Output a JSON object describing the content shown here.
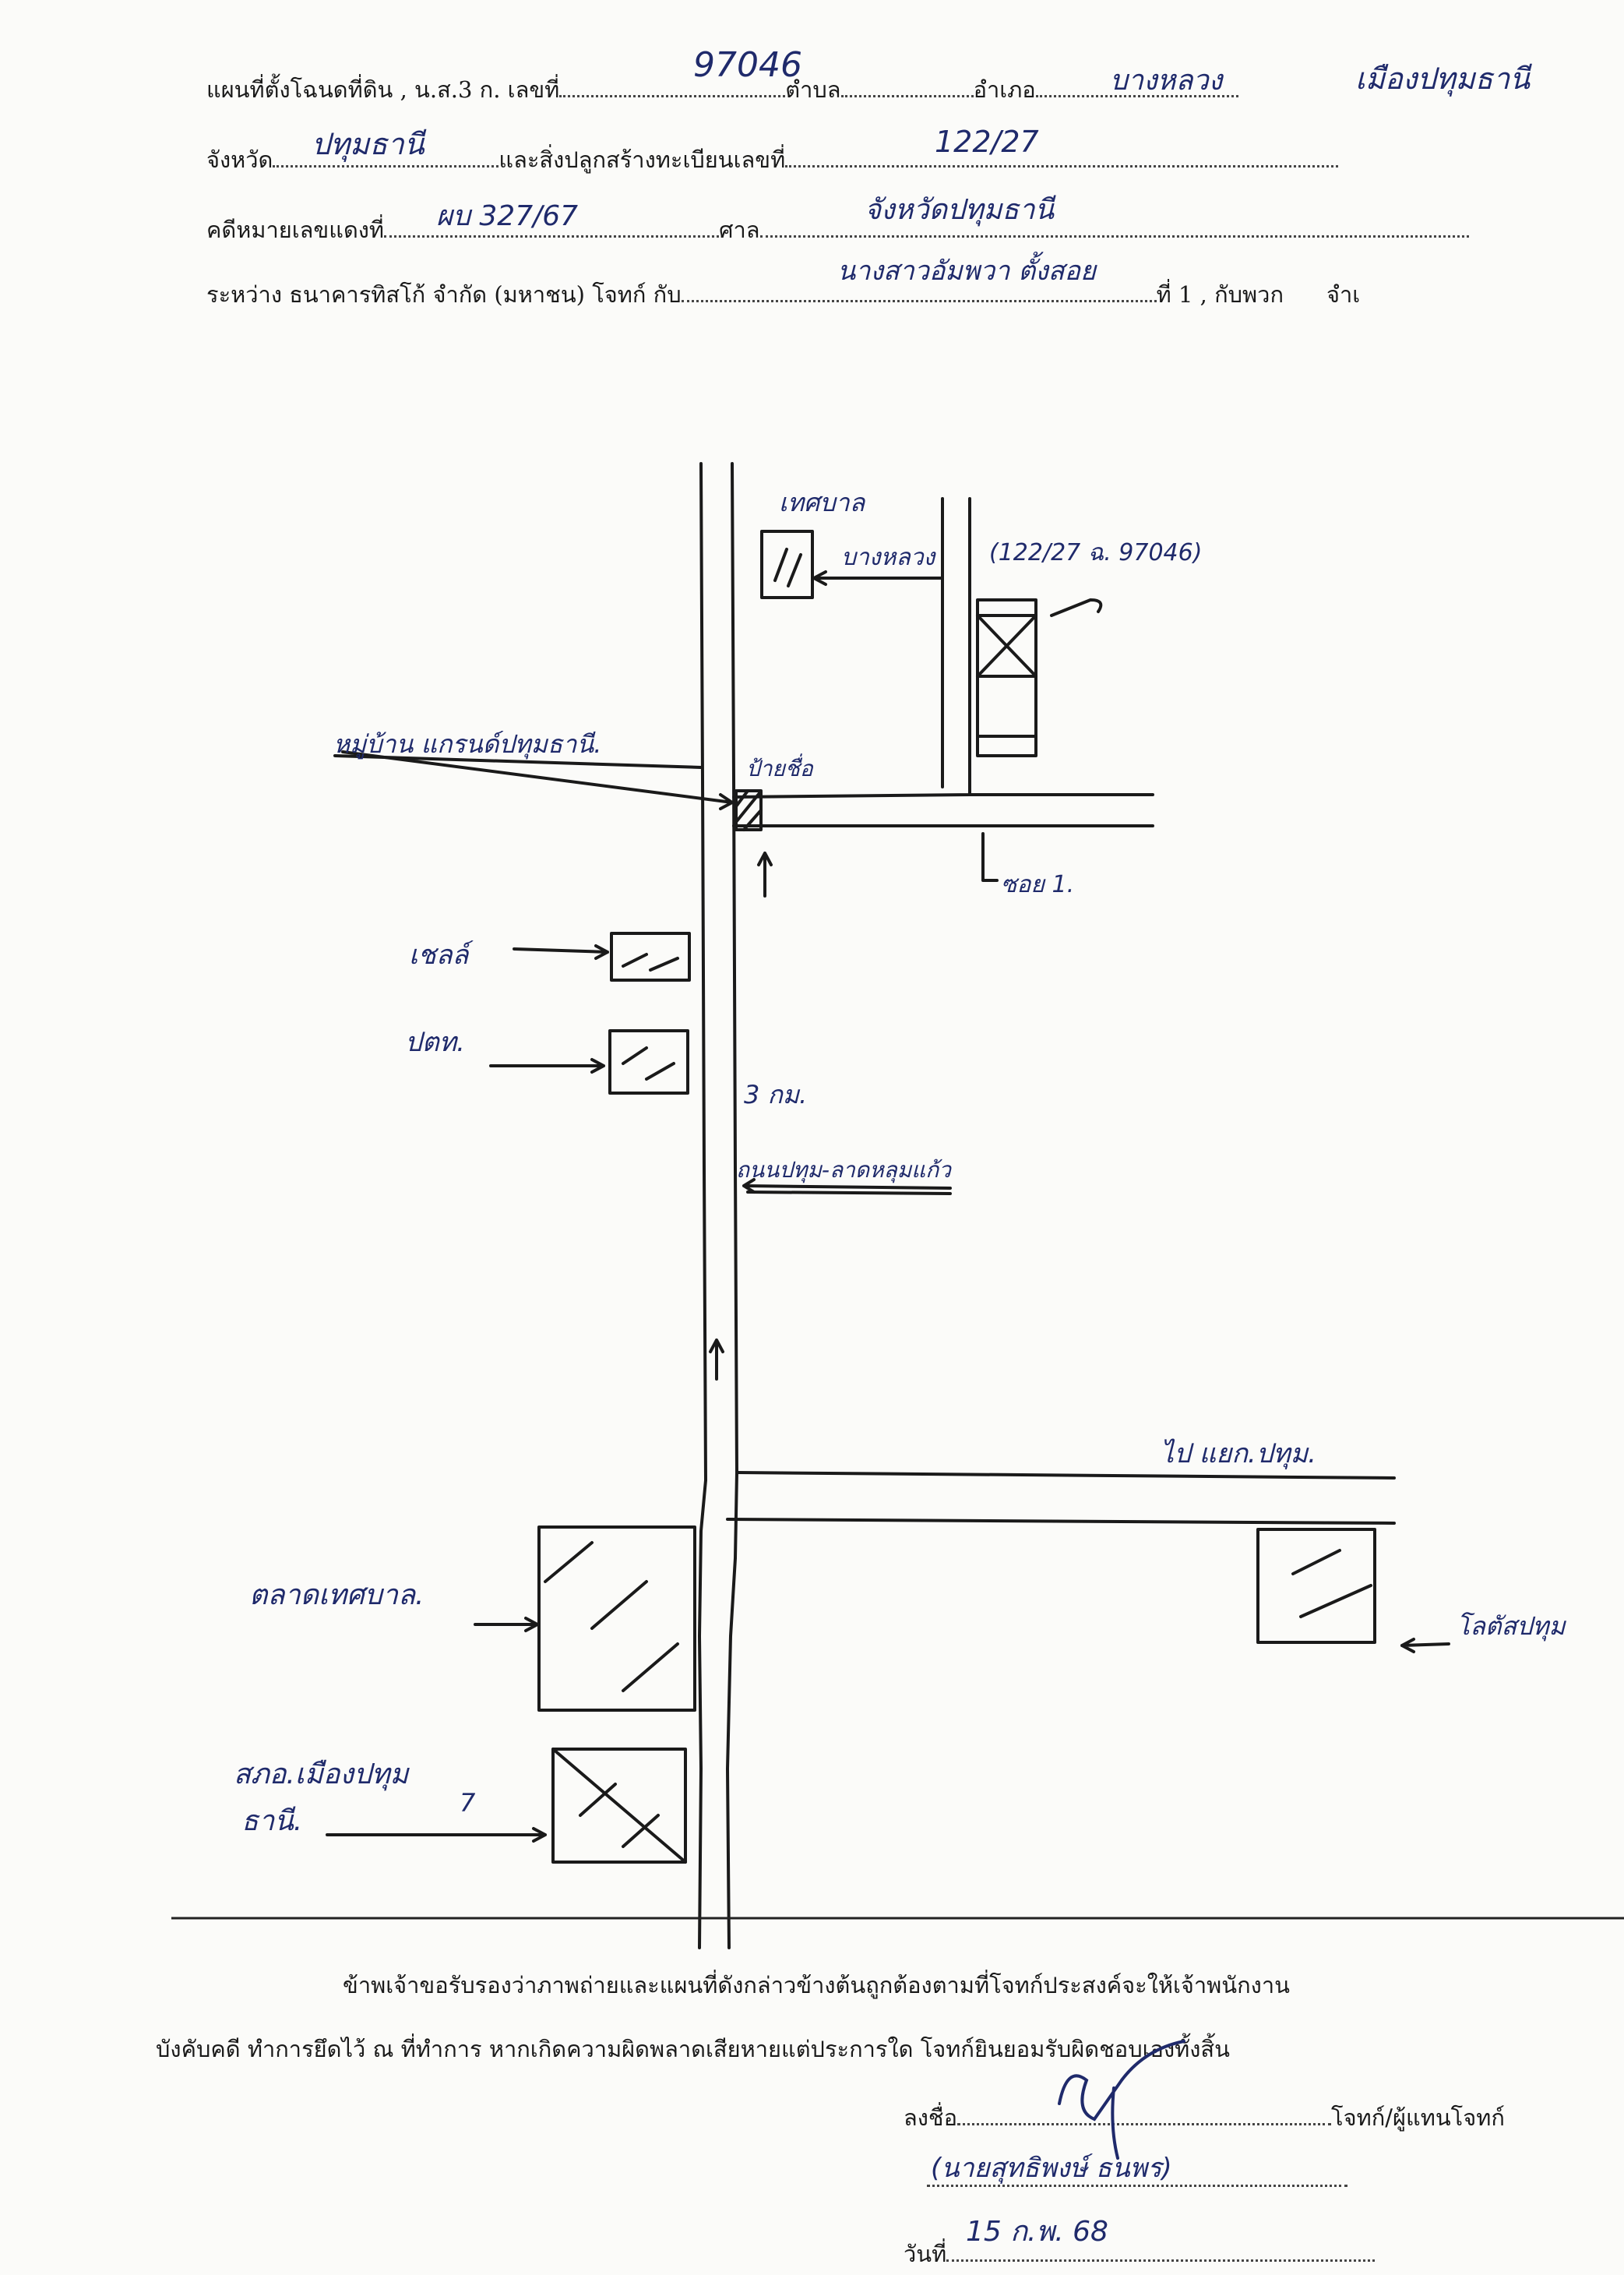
{
  "header": {
    "line1": {
      "label_prefix": "แผนที่ตั้งโฉนดที่ดิน , น.ส.3 ก. เลขที่",
      "deed_number": "97046",
      "label_tambon": "ตำบล",
      "tambon": "บางหลวง",
      "label_amphoe": "อำเภอ",
      "amphoe": "เมืองปทุมธานี"
    },
    "line2": {
      "label_province": "จังหวัด",
      "province": "ปทุมธานี",
      "label_building": "และสิ่งปลูกสร้างทะเบียนเลขที่",
      "building_number": "122/27"
    },
    "line3": {
      "label_case": "คดีหมายเลขแดงที่",
      "case_number": "ผบ 327/67",
      "label_court": "ศาล",
      "court": "จังหวัดปทุมธานี"
    },
    "line4": {
      "label_between": "ระหว่าง ธนาคารทิสโก้ จำกัด (มหาชน) โจทก์ กับ",
      "defendant": "นางสาวอัมพวา ตั้งสอย",
      "label_suffix": "ที่ 1 , กับพวก",
      "cutoff": "จำเ"
    }
  },
  "map": {
    "label_school": "เทศบาล",
    "label_bangluang": "บางหลวง",
    "label_target": "(122/27 ฉ. 97046)",
    "label_village": "หมู่บ้าน แกรนด์ปทุมธานี.",
    "label_sign": "ป้ายชื่อ",
    "label_soi": "ซอย 1.",
    "label_shell": "เชลล์",
    "label_ptt": "ปตท.",
    "label_distance": "3 กม.",
    "label_road": "ถนนปทุม-ลาดหลุมแก้ว",
    "label_to_junction": "ไป แยก.ปทุม.",
    "label_market": "ตลาดเทศบาล.",
    "label_lotus": "โลตัสปทุม",
    "label_police_1": "สภอ.เมืองปทุม",
    "label_police_2": "ธานี.",
    "label_mark": "7"
  },
  "footer": {
    "cert_line1": "ข้าพเจ้าขอรับรองว่าภาพถ่ายและแผนที่ดังกล่าวข้างต้นถูกต้องตามที่โจทก์ประสงค์จะให้เจ้าพนักงาน",
    "cert_line2": "บังคับคดี ทำการยึดไว้ ณ ที่ทำการ หากเกิดความผิดพลาดเสียหายแต่ประการใด โจทก์ยินยอมรับผิดชอบเองทั้งสิ้น",
    "sign_label": "ลงชื่อ",
    "sign_role": "โจทก์/ผู้แทนโจทก์",
    "signer_name": "(นายสุทธิพงษ์ ธนพร)",
    "date_label": "วันที่",
    "date_value": "15 ก.พ. 68"
  }
}
